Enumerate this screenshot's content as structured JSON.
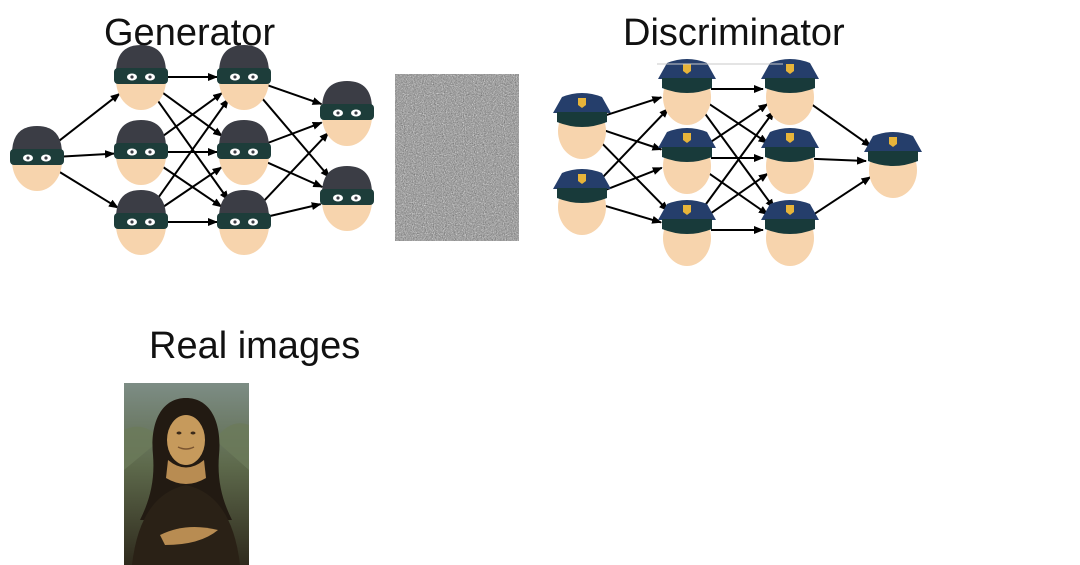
{
  "generator": {
    "title": "Generator",
    "layers": [
      1,
      3,
      3,
      2
    ],
    "node_icon": "robber-icon"
  },
  "discriminator": {
    "title": "Discriminator",
    "layers": [
      2,
      3,
      3,
      1
    ],
    "node_icon": "police-icon"
  },
  "fake_sample": {
    "icon": "noise-image"
  },
  "real_images": {
    "title": "Real images",
    "icon": "mona-lisa-painting"
  },
  "colors": {
    "skin": "#f7d4ad",
    "robber_hat": "#3b3d45",
    "robber_mask": "#1d3d3a",
    "police_cap": "#253e6b",
    "police_band": "#183a3a",
    "badge": "#e7b43a",
    "arrow": "#000000"
  }
}
